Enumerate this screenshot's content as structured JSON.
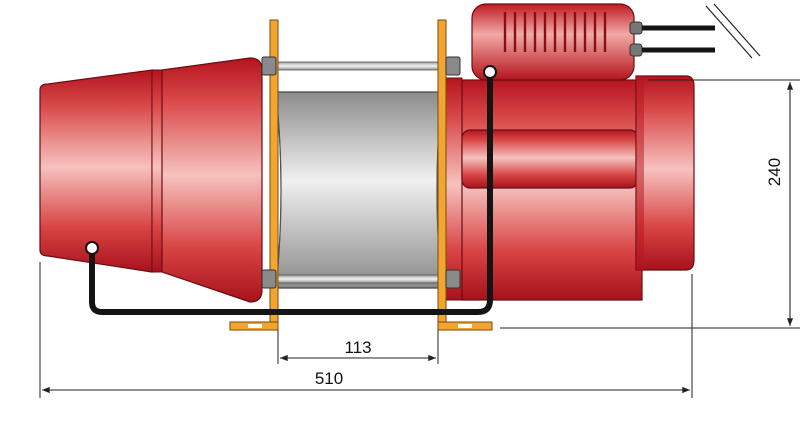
{
  "dimensions": {
    "overall_width": "510",
    "drum_width": "113",
    "height": "240"
  },
  "colors": {
    "body_red": "#c8202a",
    "body_red_light": "#f3b7b4",
    "drum_gray": "#9a9a9a",
    "drum_light": "#ebebeb",
    "frame_orange": "#f2a531",
    "cable_black": "#141414",
    "line_dark": "#222222"
  }
}
